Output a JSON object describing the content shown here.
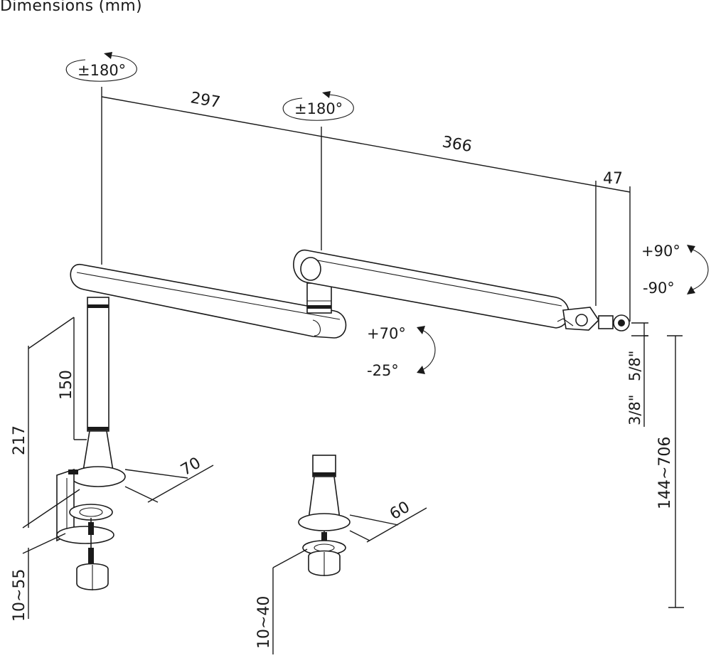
{
  "title": "Dimensions (mm)",
  "rotations": {
    "base_pivot": "±180°",
    "middle_pivot": "±180°",
    "tilt_up": "+70°",
    "tilt_down": "-25°",
    "head_up": "+90°",
    "head_down": "-90°"
  },
  "dimensions": {
    "arm_1_length": "297",
    "arm_2_length": "366",
    "head_offset": "47",
    "pole_height": "150",
    "total_height": "217",
    "clamp_range": "10~55",
    "grommet_range": "10~40",
    "clamp_base_diameter": "70",
    "grommet_base_diameter": "60",
    "thread_large": "5/8\"",
    "thread_small": "3/8\"",
    "height_range": "144~706"
  }
}
